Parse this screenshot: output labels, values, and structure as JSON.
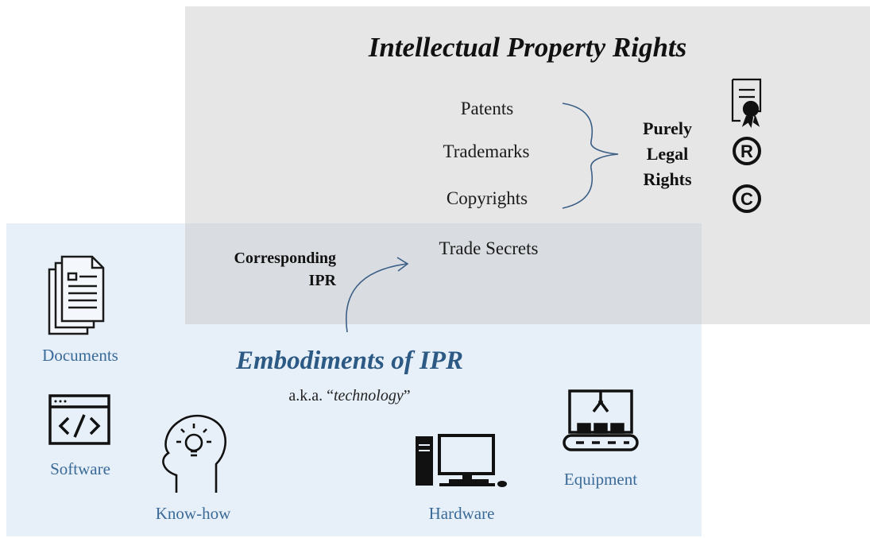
{
  "ipr": {
    "title": "Intellectual Property Rights",
    "items": {
      "patents": "Patents",
      "trademarks": "Trademarks",
      "copyrights": "Copyrights",
      "trade_secrets": "Trade Secrets"
    },
    "legal_label": [
      "Purely",
      "Legal",
      "Rights"
    ],
    "icons": [
      "certificate-icon",
      "registered-icon",
      "copyright-icon"
    ]
  },
  "corresponding": [
    "Corresponding",
    "IPR"
  ],
  "embodiments": {
    "title": "Embodiments of IPR",
    "aka_prefix": "a.k.a. “",
    "aka_term": "technology",
    "aka_suffix": "”",
    "items": {
      "documents": "Documents",
      "software": "Software",
      "knowhow": "Know-how",
      "hardware": "Hardware",
      "equipment": "Equipment"
    }
  },
  "colors": {
    "ipr_box": "#e6e6e6",
    "embodiment_box": "#e7f0f9",
    "overlap": "#d9dde1",
    "accent_blue": "#2c5a84",
    "label_blue": "#3a6a98",
    "line_blue": "#3b5f86"
  }
}
